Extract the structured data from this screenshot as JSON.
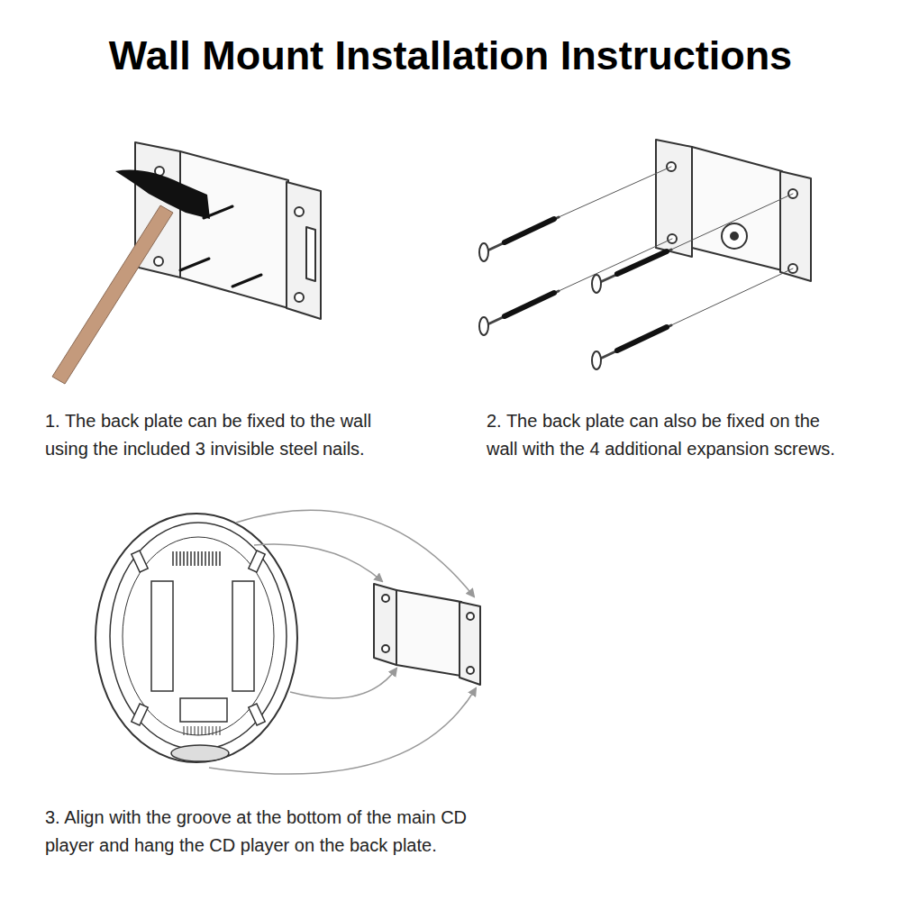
{
  "diagram": {
    "title": "Wall Mount Installation Instructions",
    "labels": [
      "1. The back plate can be fixed to the wall using the included 3 invisible steel nails.",
      "2. The back plate can also be fixed on the wall with the 4 additional expansion screws.",
      "3. Align with the groove at the bottom of the main CD player and hang the CD player on the back plate."
    ]
  }
}
